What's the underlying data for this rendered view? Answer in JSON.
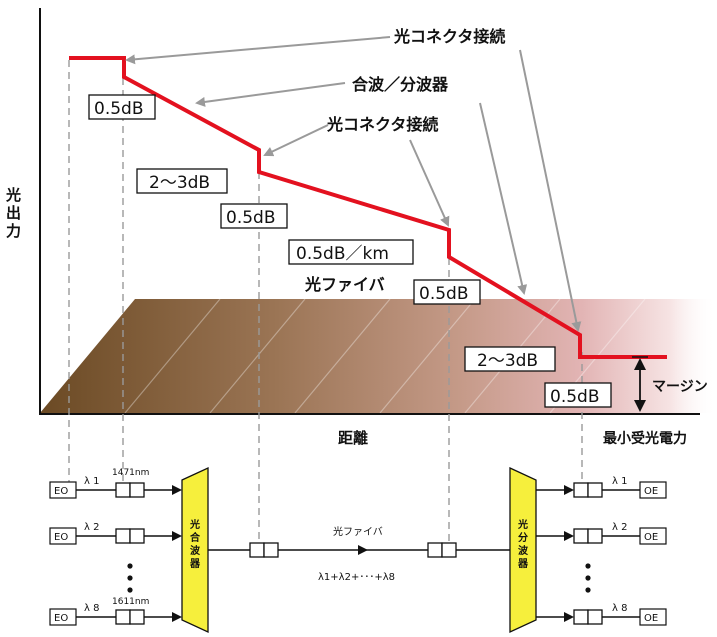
{
  "axes": {
    "y_label": "光出力",
    "x_label": "距離",
    "min_power_label": "最小受光電力",
    "margin_label": "マージン"
  },
  "annotations": {
    "connector_top": "光コネクタ接続",
    "mux_demux": "合波／分波器",
    "connector_mid": "光コネクタ接続",
    "fiber": "光ファイバ"
  },
  "loss_labels": {
    "connector_1": "0.5dB",
    "mux": "2～3dB",
    "connector_2": "0.5dB",
    "fiber_loss": "0.5dB／km",
    "connector_3": "0.5dB",
    "demux": "2～3dB",
    "connector_4": "0.5dB"
  },
  "system": {
    "tx_units": [
      "EO",
      "EO",
      "EO"
    ],
    "rx_units": [
      "OE",
      "OE",
      "OE"
    ],
    "tx_lambdas": [
      "λ 1",
      "λ 2",
      "λ 8"
    ],
    "rx_lambdas": [
      "λ 1",
      "λ 2",
      "λ 8"
    ],
    "wavelength_top": "1471nm",
    "wavelength_bottom": "1611nm",
    "mux_label": "光合波器",
    "demux_label": "光分波器",
    "fiber_label": "光ファイバ",
    "wdm_formula": "λ1+λ2+･･･+λ8"
  },
  "colors": {
    "power_line": "#e3111f",
    "wdm_device": "#f6ef3c",
    "band_dark": "#6b4a24",
    "band_light": "#d7a5a5"
  }
}
